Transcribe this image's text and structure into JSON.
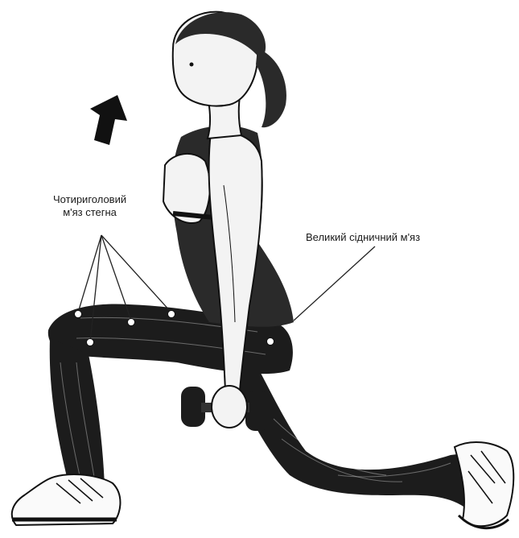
{
  "labels": {
    "quadriceps_line1": "Чотириголовий",
    "quadriceps_line2": "м'яз стегна",
    "gluteus": "Великий сідничний м'яз"
  },
  "icons": {
    "arrow": "up-arrow-icon"
  },
  "colors": {
    "ink": "#111111",
    "muscle": "#1c1c1c",
    "highlight": "#ffffff",
    "skin": "#f3f3f3"
  }
}
